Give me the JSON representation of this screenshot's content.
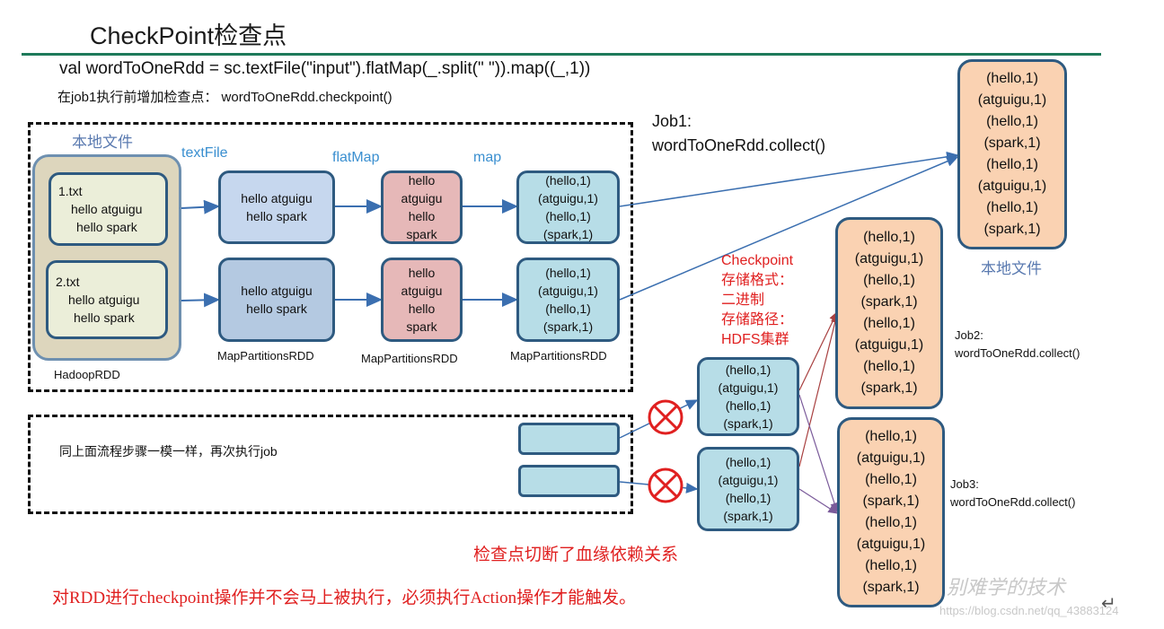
{
  "title": "CheckPoint检查点",
  "code_line": "val wordToOneRdd = sc.textFile(\"input\").flatMap(_.split(\" \")).map((_,1))",
  "note_line": "在job1执行前增加检查点：  wordToOneRdd.checkpoint()",
  "local_file_label_left": "本地文件",
  "local_file_label_right": "本地文件",
  "op_labels": {
    "textfile": "textFile",
    "flatmap": "flatMap",
    "map": "map"
  },
  "files": [
    {
      "name": "1.txt",
      "lines": [
        "hello atguigu",
        "hello spark"
      ]
    },
    {
      "name": "2.txt",
      "lines": [
        "hello atguigu",
        "hello spark"
      ]
    }
  ],
  "rdd_labels": {
    "hadoop": "HadoopRDD",
    "mp1": "MapPartitionsRDD",
    "mp2": "MapPartitionsRDD",
    "mp3": "MapPartitionsRDD"
  },
  "textfile_boxes": [
    [
      "hello atguigu",
      "hello spark"
    ],
    [
      "hello atguigu",
      "hello spark"
    ]
  ],
  "flatmap_boxes": [
    [
      "hello",
      "atguigu",
      "hello",
      "spark"
    ],
    [
      "hello",
      "atguigu",
      "hello",
      "spark"
    ]
  ],
  "map_boxes": [
    [
      "(hello,1)",
      "(atguigu,1)",
      "(hello,1)",
      "(spark,1)"
    ],
    [
      "(hello,1)",
      "(atguigu,1)",
      "(hello,1)",
      "(spark,1)"
    ]
  ],
  "job1": {
    "line1": "Job1:",
    "line2": "wordToOneRdd.collect()"
  },
  "job2": {
    "line1": "Job2:",
    "line2": "wordToOneRdd.collect()"
  },
  "job3": {
    "line1": "Job3:",
    "line2": "wordToOneRdd.collect()"
  },
  "result_local": [
    "(hello,1)",
    "(atguigu,1)",
    "(hello,1)",
    "(spark,1)",
    "(hello,1)",
    "(atguigu,1)",
    "(hello,1)",
    "(spark,1)"
  ],
  "result_job2": [
    "(hello,1)",
    "(atguigu,1)",
    "(hello,1)",
    "(spark,1)",
    "(hello,1)",
    "(atguigu,1)",
    "(hello,1)",
    "(spark,1)"
  ],
  "result_job3": [
    "(hello,1)",
    "(atguigu,1)",
    "(hello,1)",
    "(spark,1)",
    "(hello,1)",
    "(atguigu,1)",
    "(hello,1)",
    "(spark,1)"
  ],
  "checkpoint_boxes": [
    [
      "(hello,1)",
      "(atguigu,1)",
      "(hello,1)",
      "(spark,1)"
    ],
    [
      "(hello,1)",
      "(atguigu,1)",
      "(hello,1)",
      "(spark,1)"
    ]
  ],
  "checkpoint_note": [
    "Checkpoint",
    "存储格式：",
    "二进制",
    "存储路径：",
    "HDFS集群"
  ],
  "repeat_note": "同上面流程步骤一模一样，再次执行job",
  "lineage_note": "检查点切断了血缘依赖关系",
  "bottom_note": "对RDD进行checkpoint操作并不会马上被执行，必须执行Action操作才能触发。",
  "watermark": "https://blog.csdn.net/qq_43883124",
  "watermark_cn": "别难学的技术",
  "colors": {
    "accent_green": "#1e7a5a",
    "red": "#e02020",
    "blue_label": "#3a8fd0",
    "orange_box": "#fad2b2",
    "cyan_box": "#b7dde7"
  }
}
